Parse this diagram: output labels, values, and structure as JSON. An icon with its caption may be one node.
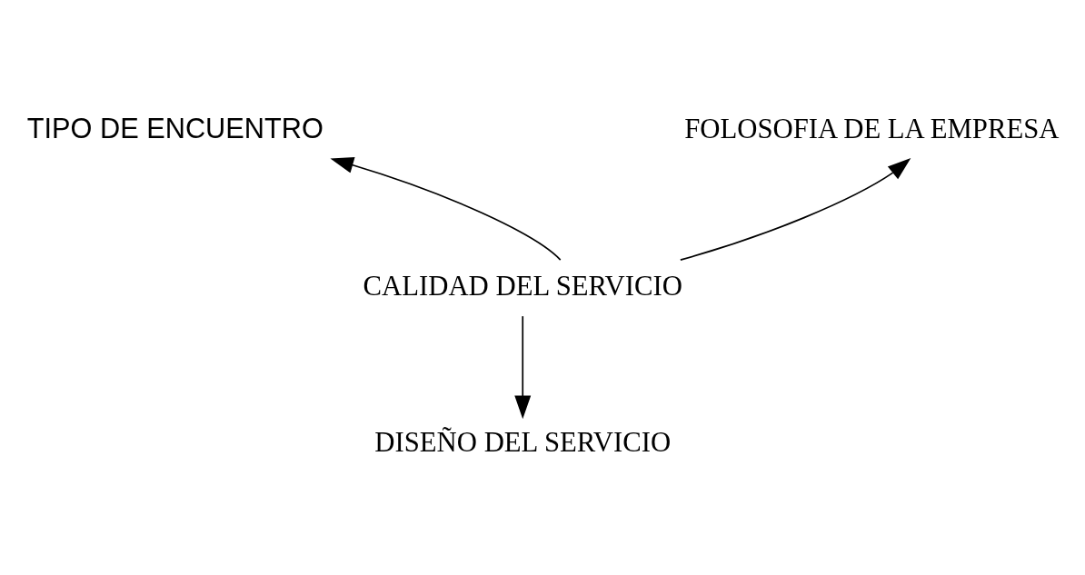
{
  "diagram": {
    "nodes": [
      {
        "text": [
          "TIPO DE ENCUENTRO"
        ]
      },
      {
        "text": [
          "FOLOSOFIA DE LA EMPRESA"
        ]
      },
      {
        "text": [
          "CALIDAD DEL SERVICIO"
        ]
      },
      {
        "text": [
          "DISEÑO DEL SERVICIO"
        ]
      }
    ],
    "edges": [
      {
        "from": 2,
        "to": 0,
        "arrow": "to"
      },
      {
        "from": 2,
        "to": 1,
        "arrow": "to"
      },
      {
        "from": 2,
        "to": 3,
        "arrow": "to"
      }
    ]
  }
}
